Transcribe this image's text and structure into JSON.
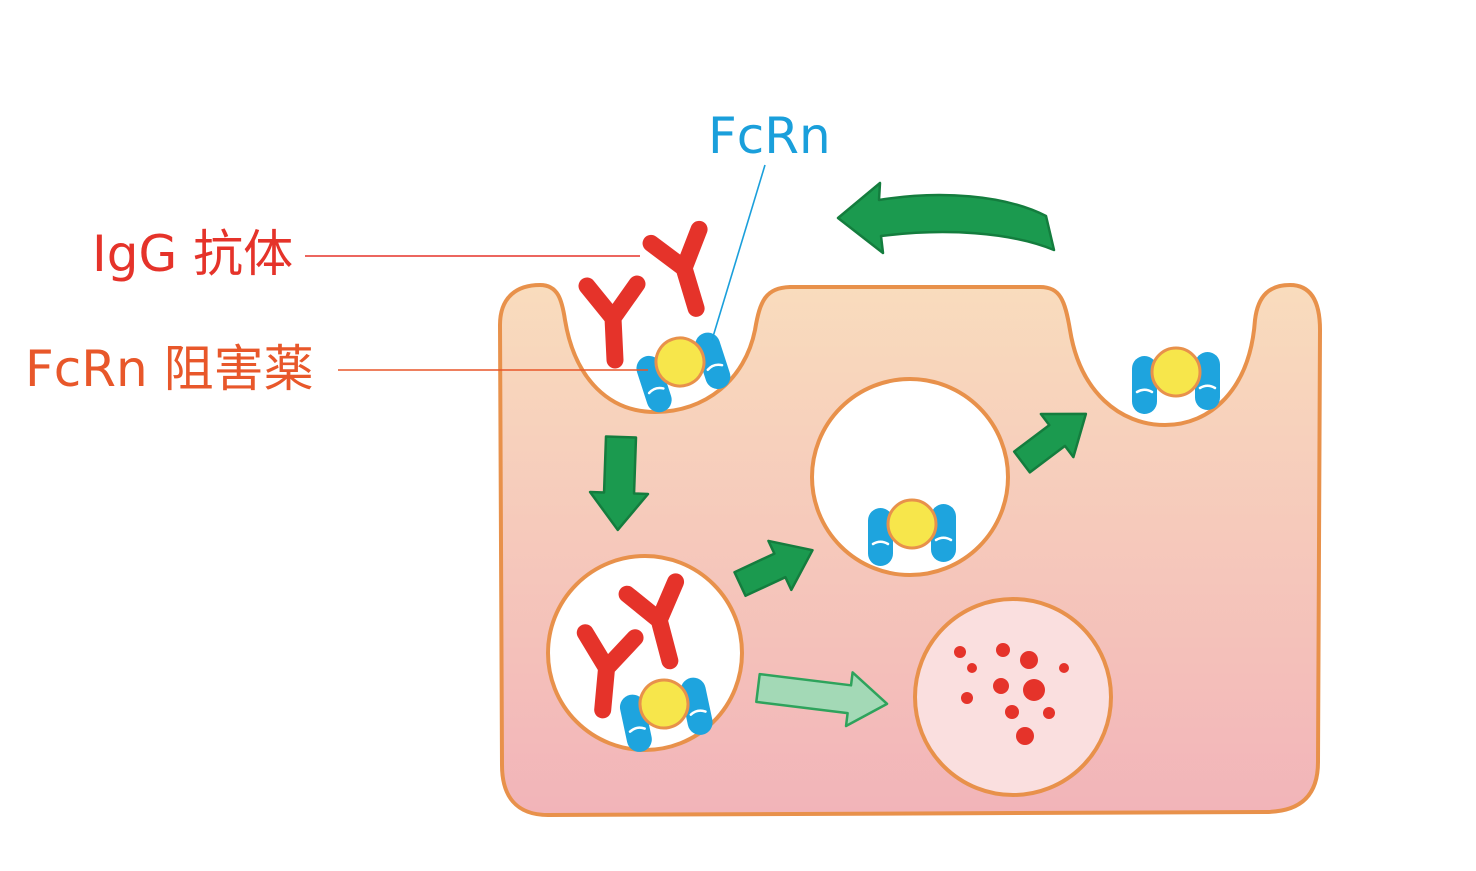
{
  "labels": {
    "fcrn": "FcRn",
    "igg_antibody": "IgG 抗体",
    "fcrn_blocker": "FcRn 阻害薬"
  },
  "colors": {
    "fcrn_label": "#1a9fdb",
    "igg_label": "#e5332a",
    "fcrn_blocker_label": "#e8572a",
    "cell_fill_top": "#f9dcbd",
    "cell_fill_bottom": "#f2b4b9",
    "cell_outline": "#e8914b",
    "lysosome_fill": "#fadfdf",
    "arrow": "#1b9a4f",
    "arrow_light": "#a3d9b6",
    "receptor": "#1ea4de",
    "drug": "#f7e64b",
    "antibody": "#e5332a"
  }
}
